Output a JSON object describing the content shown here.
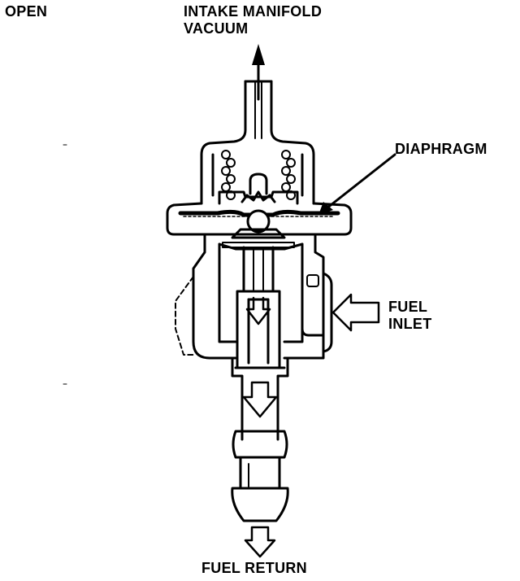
{
  "state_label": "OPEN",
  "labels": {
    "intake_line1": "INTAKE MANIFOLD",
    "intake_line2": "VACUUM",
    "diaphragm": "DIAPHRAGM",
    "fuel_inlet_line1": "FUEL",
    "fuel_inlet_line2": "INLET",
    "fuel_return": "FUEL RETURN"
  },
  "colors": {
    "ink": "#000000",
    "background": "#ffffff"
  }
}
